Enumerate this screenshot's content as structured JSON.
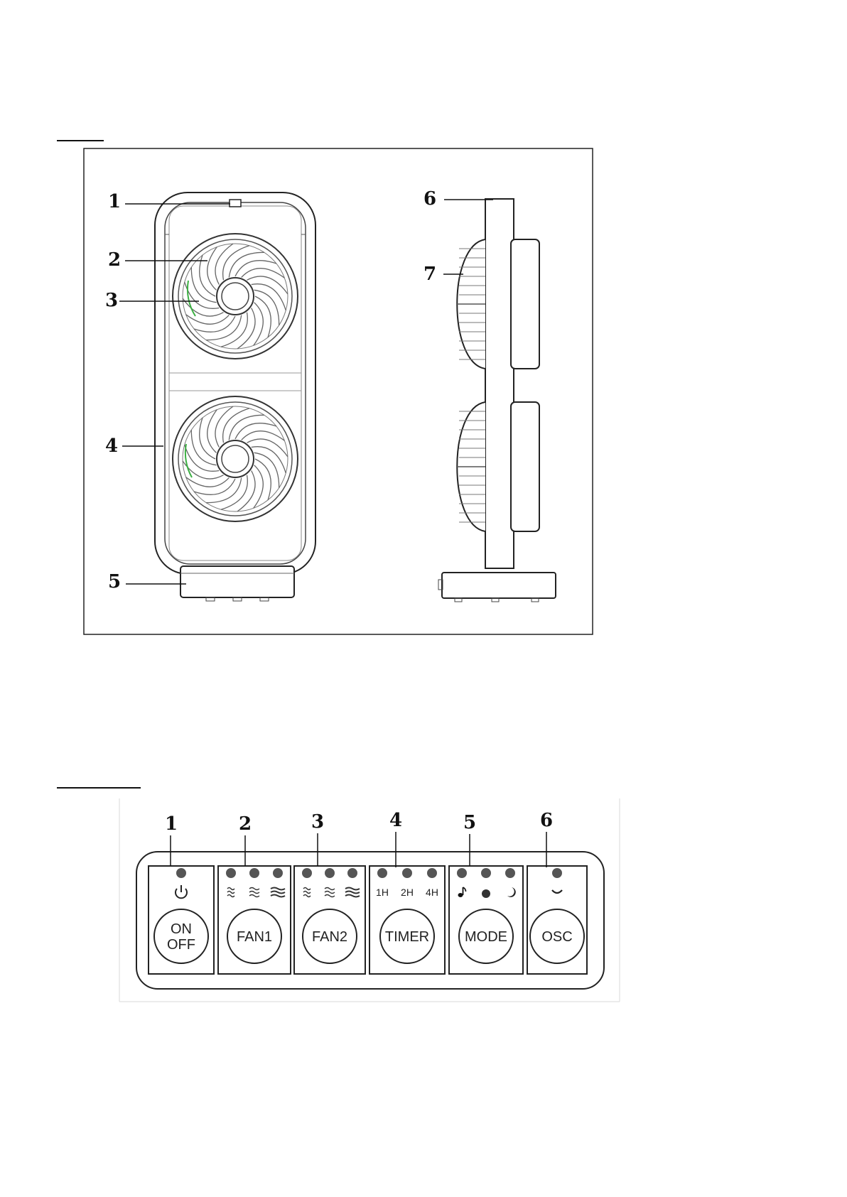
{
  "figure1": {
    "callouts": [
      "1",
      "2",
      "3",
      "4",
      "5",
      "6",
      "7"
    ]
  },
  "figure2": {
    "callouts": [
      "1",
      "2",
      "3",
      "4",
      "5",
      "6"
    ],
    "groups": [
      {
        "button": [
          "ON",
          "OFF"
        ],
        "indicators": [
          "power-icon"
        ]
      },
      {
        "button": [
          "FAN1"
        ],
        "indicators": [
          "wind-low-icon",
          "wind-mid-icon",
          "wind-high-icon"
        ]
      },
      {
        "button": [
          "FAN2"
        ],
        "indicators": [
          "wind-low-icon",
          "wind-mid-icon",
          "wind-high-icon"
        ]
      },
      {
        "button": [
          "TIMER"
        ],
        "indicators": [
          "1H",
          "2H",
          "4H"
        ]
      },
      {
        "button": [
          "MODE"
        ],
        "indicators": [
          "music-note-icon",
          "dot-icon",
          "moon-icon"
        ]
      },
      {
        "button": [
          "OSC"
        ],
        "indicators": [
          "oscillate-arc-icon"
        ]
      }
    ]
  },
  "colors": {
    "led": "#555555",
    "line": "#222222",
    "accent": "#3cb043"
  }
}
